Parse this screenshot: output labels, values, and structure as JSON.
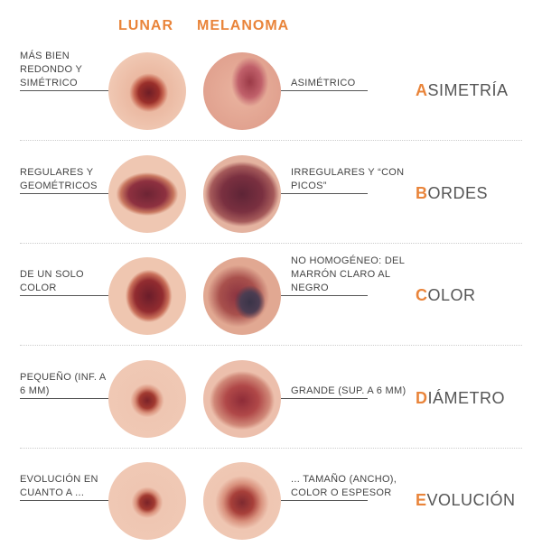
{
  "headers": {
    "lunar": "LUNAR",
    "melanoma": "MELANOMA"
  },
  "accent": "#e9843a",
  "rows": [
    {
      "left": "MÁS BIEN REDONDO Y SIMÉTRICO",
      "right": "ASIMÉTRICO",
      "first": "A",
      "rest": "SIMETRÍA"
    },
    {
      "left": "REGULARES Y GEOMÉTRICOS",
      "right": "IRREGULARES Y “CON PICOS”",
      "first": "B",
      "rest": "ORDES"
    },
    {
      "left": "DE UN SOLO COLOR",
      "right": "NO HOMOGÉNEO: DEL MARRÓN CLARO AL NEGRO",
      "first": "C",
      "rest": "OLOR"
    },
    {
      "left": "PEQUEÑO (INF. A 6 MM)",
      "right": "GRANDE (SUP. A 6 MM)",
      "first": "D",
      "rest": "IÁMETRO"
    },
    {
      "left": "EVOLUCIÓN EN CUANTO A ...",
      "right": "... TAMAÑO (ANCHO), COLOR O ESPESOR",
      "first": "E",
      "rest": "VOLUCIÓN"
    }
  ]
}
